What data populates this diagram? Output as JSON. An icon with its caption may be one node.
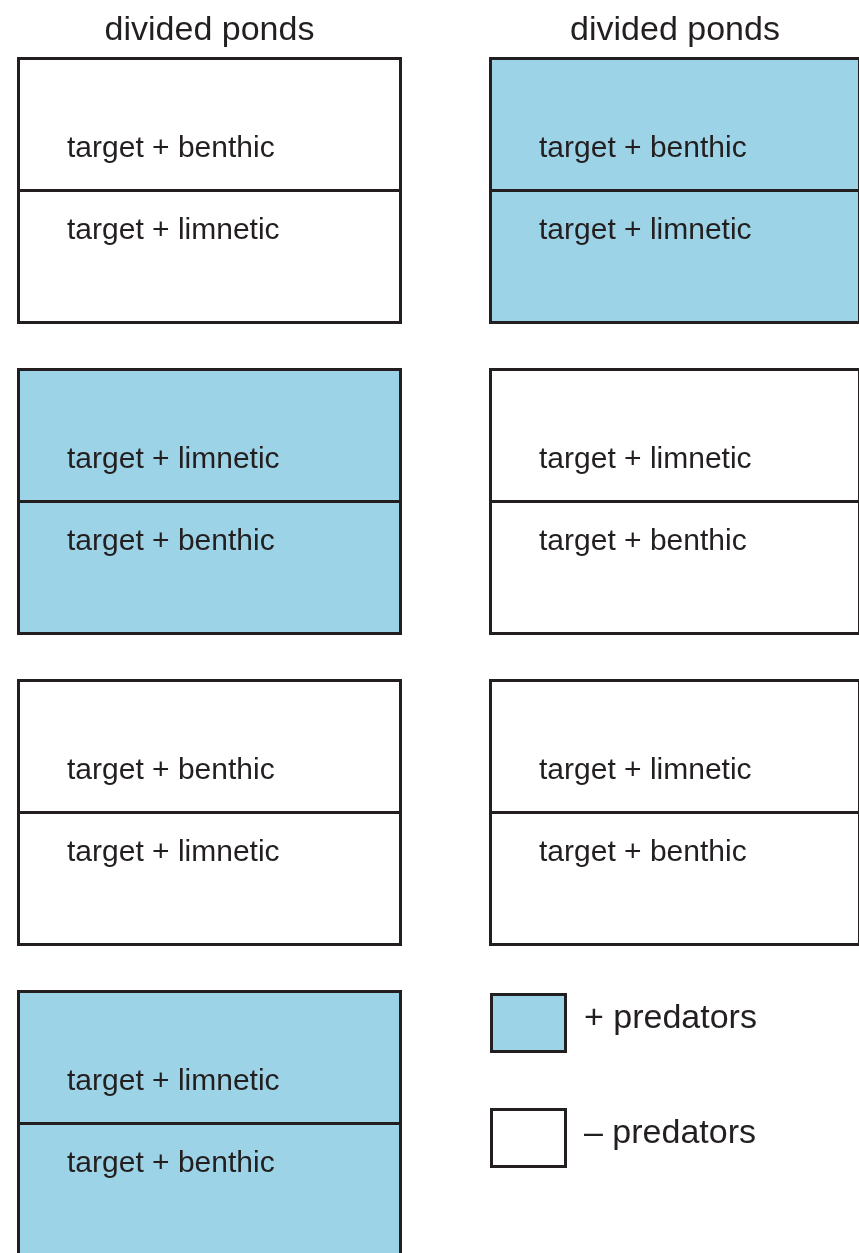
{
  "diagram": {
    "nodes": [
      {
        "text": [
          "target + benthic",
          "target + limnetic"
        ]
      },
      {
        "text": [
          "target + benthic",
          "target + limnetic"
        ]
      },
      {
        "text": [
          "target + limnetic",
          "target + benthic"
        ]
      },
      {
        "text": [
          "target + limnetic",
          "target + benthic"
        ]
      },
      {
        "text": [
          "target + benthic",
          "target + limnetic"
        ]
      },
      {
        "text": [
          "target + limnetic",
          "target + benthic"
        ]
      },
      {
        "text": [
          "target + limnetic",
          "target + benthic"
        ]
      }
    ],
    "edges": [],
    "labels": [
      "divided ponds",
      "divided ponds"
    ],
    "legend": [
      {
        "text": "+ predators",
        "color": "#9dd3e6"
      },
      {
        "text": "– predators",
        "color": "#ffffff"
      }
    ]
  }
}
